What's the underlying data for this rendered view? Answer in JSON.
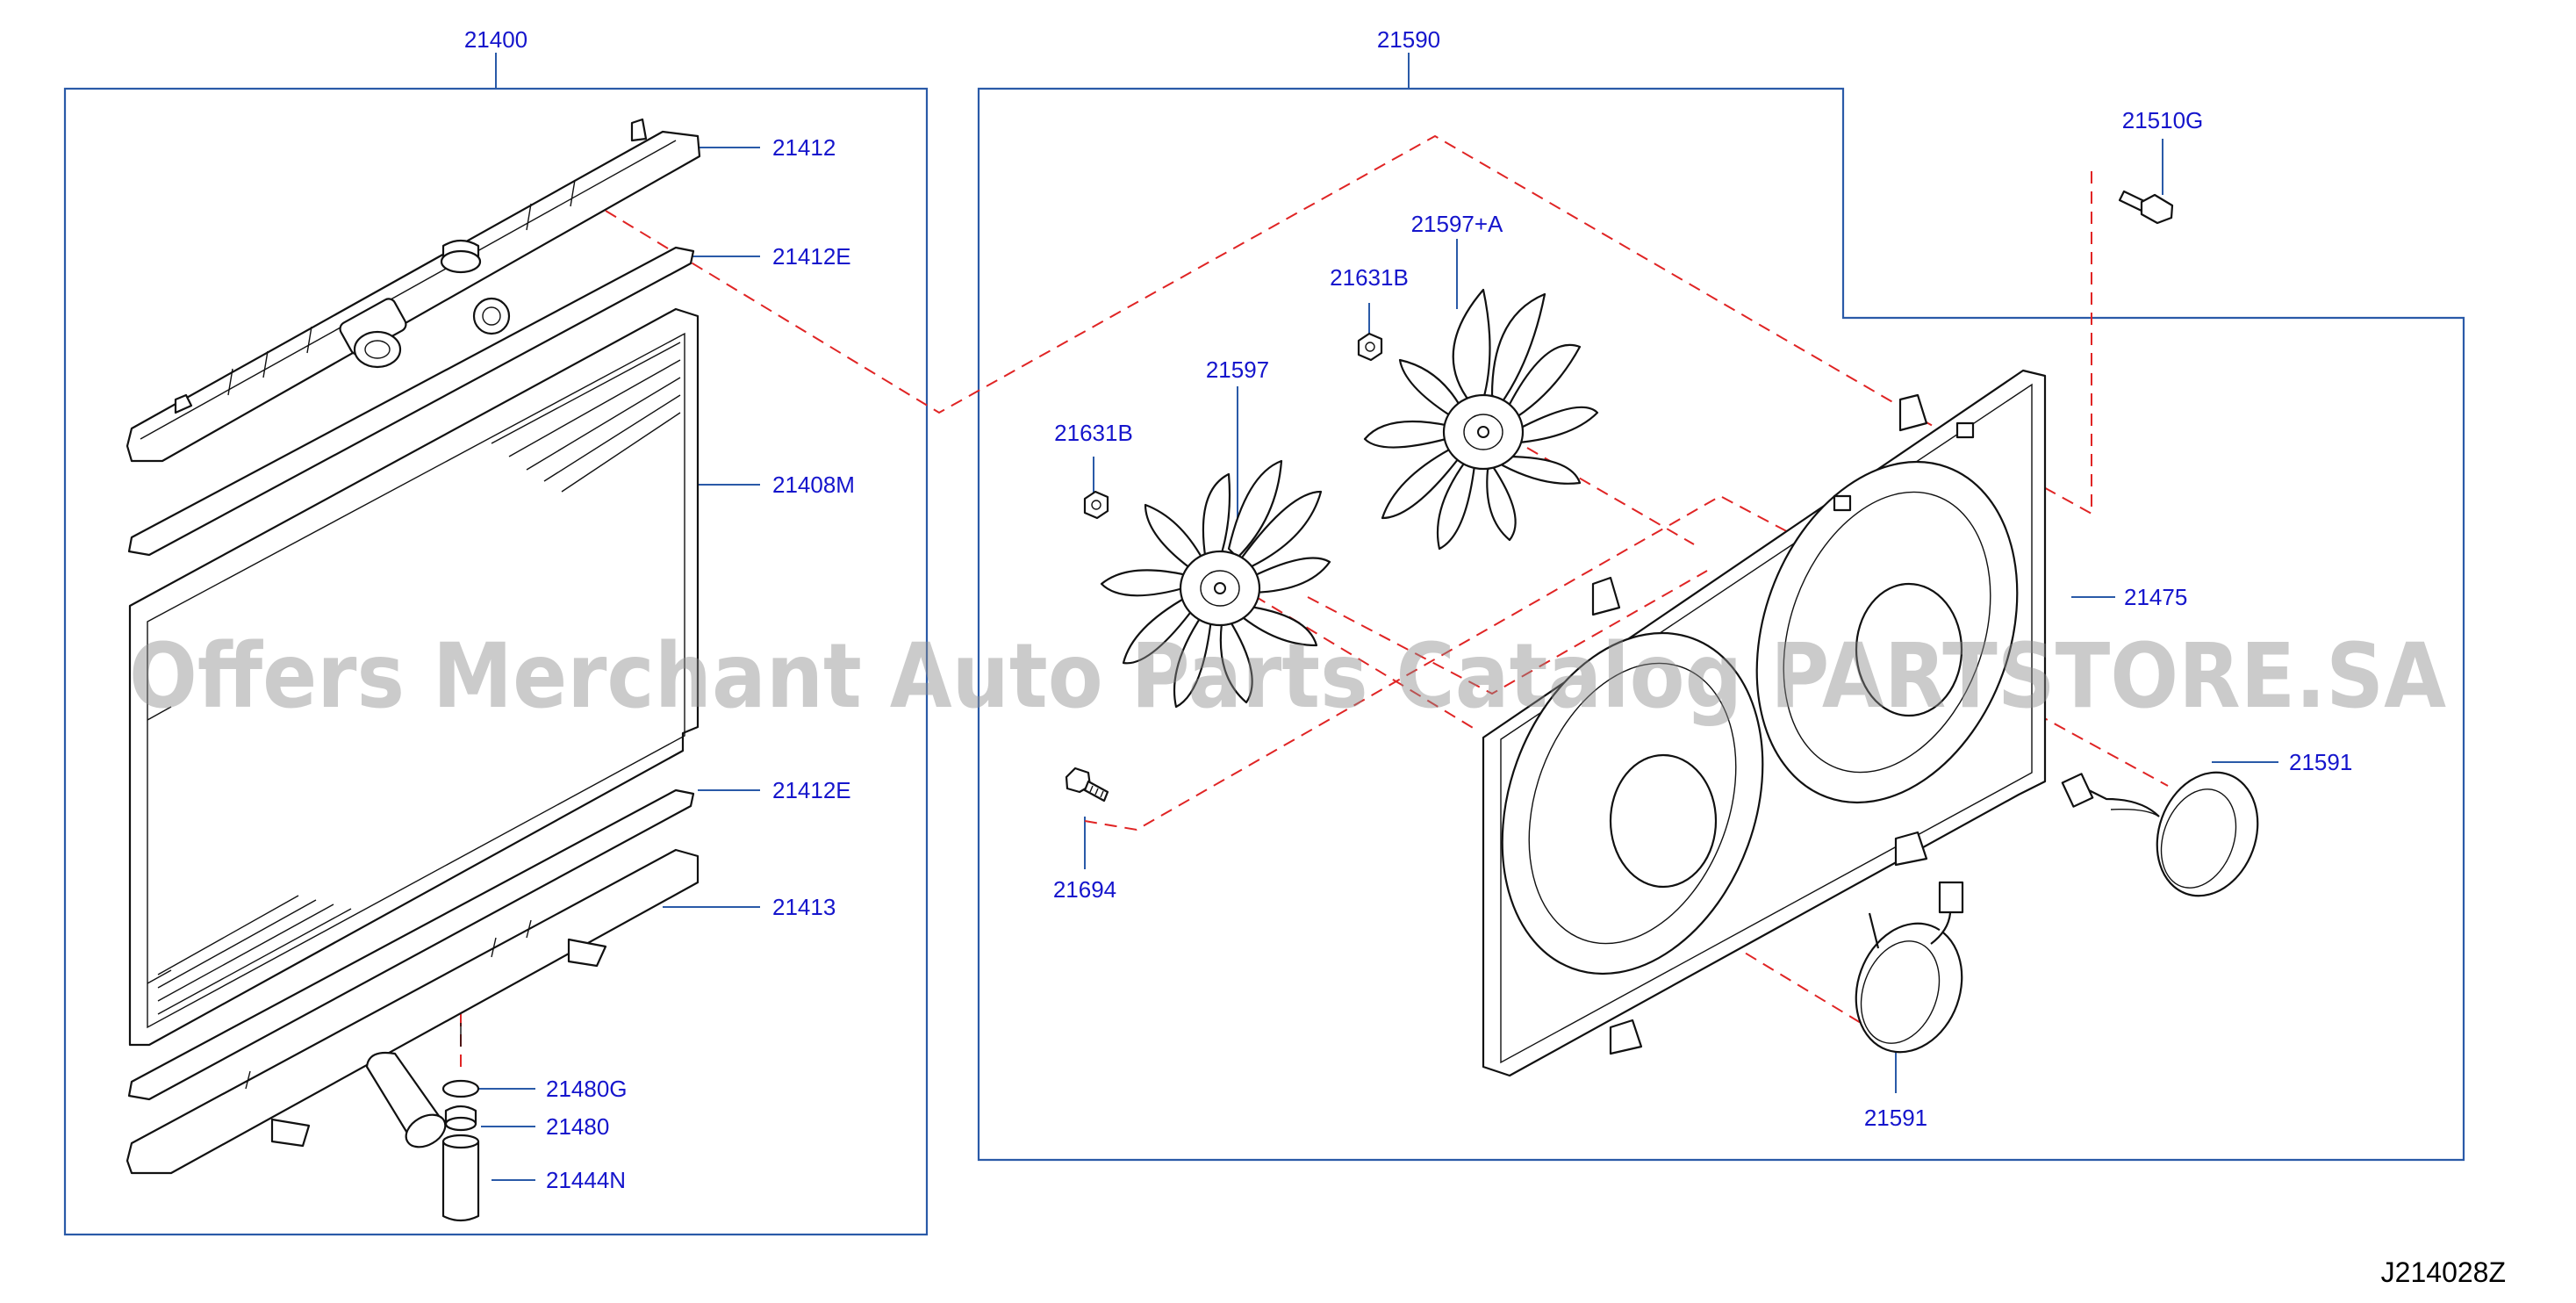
{
  "labels": {
    "l21400": "21400",
    "l21590": "21590",
    "l21412": "21412",
    "l21412E_top": "21412E",
    "l21408M": "21408M",
    "l21412E_bot": "21412E",
    "l21413": "21413",
    "l21480G": "21480G",
    "l21480": "21480",
    "l21444N": "21444N",
    "l21510G": "21510G",
    "l21597A": "21597+A",
    "l21631B_top": "21631B",
    "l21597": "21597",
    "l21631B_left": "21631B",
    "l21475": "21475",
    "l21591_right": "21591",
    "l21591_bottom": "21591",
    "l21694": "21694"
  },
  "diagram_code": "J214028Z",
  "watermark": "Offers Merchant Auto Parts Catalog PARTSTORE.SA",
  "colors": {
    "label_text": "#1515cc",
    "frame_lines": "#2a5aa8",
    "dashed_lines": "#e02424",
    "part_outline": "#111111",
    "background": "#ffffff"
  }
}
